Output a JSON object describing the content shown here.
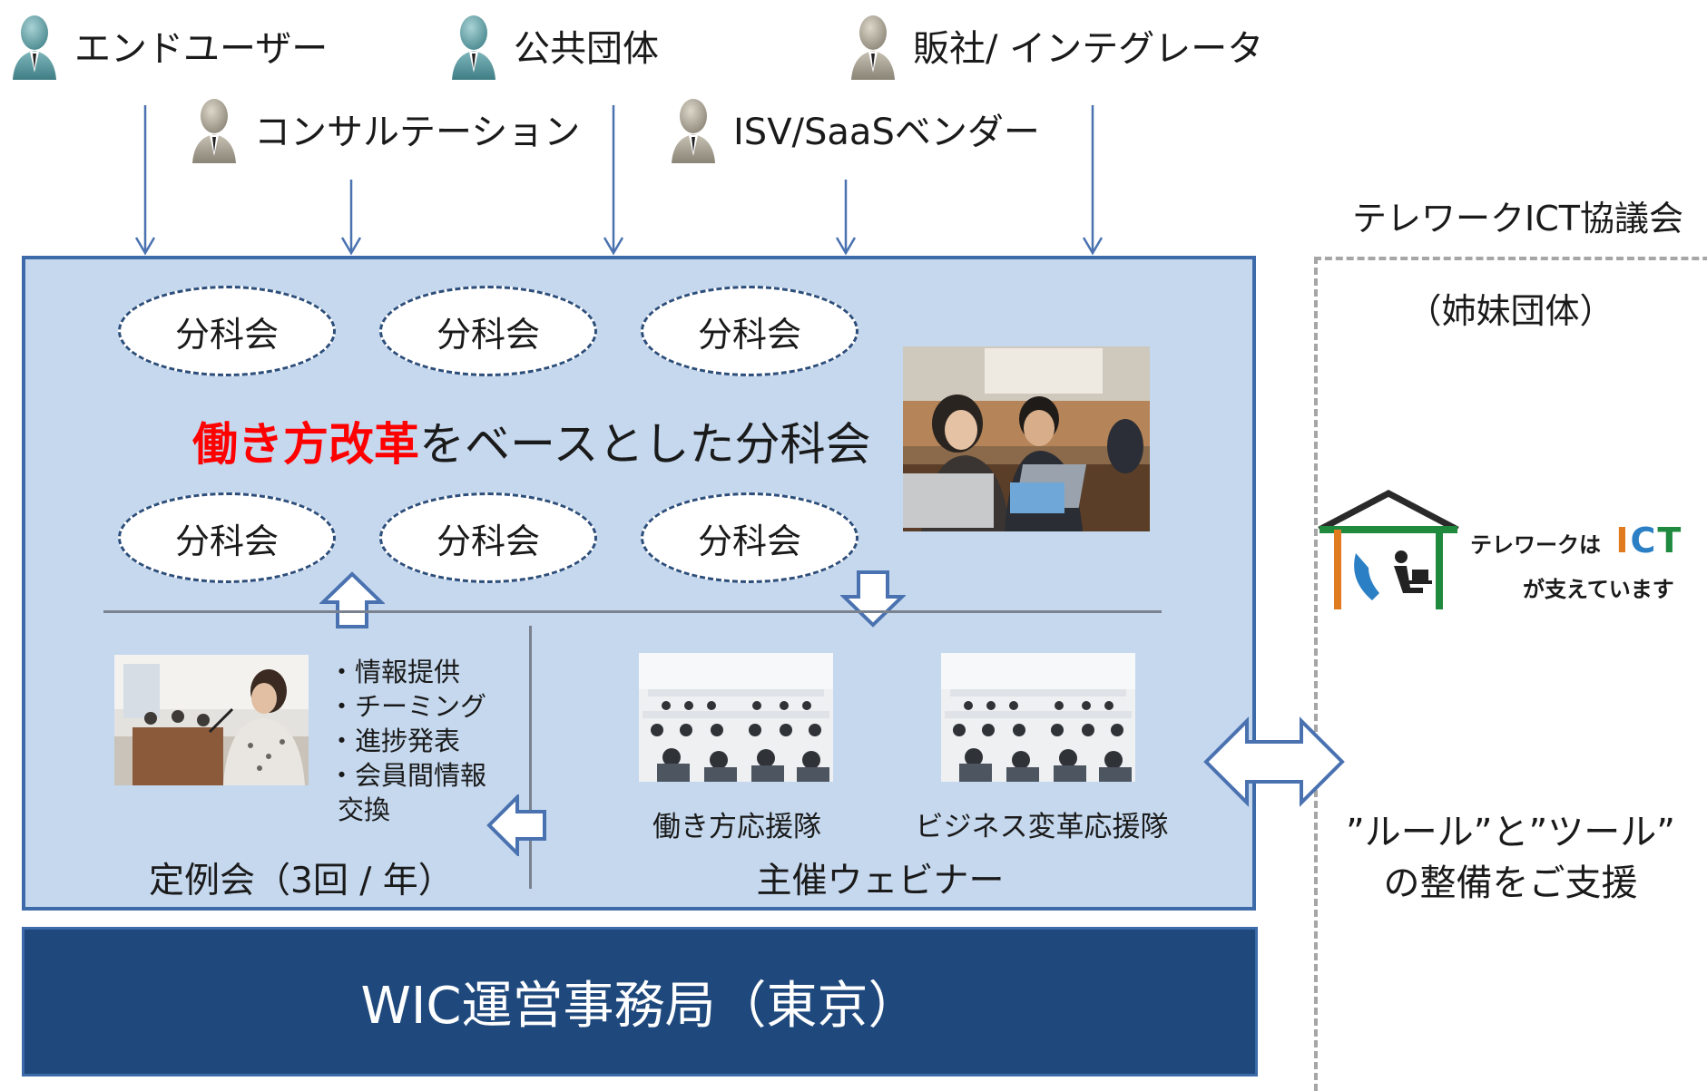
{
  "stakeholders": [
    {
      "label": "エンドユーザー",
      "color": "teal"
    },
    {
      "label": "公共団体",
      "color": "teal"
    },
    {
      "label": "販社/ インテグレータ",
      "color": "gray"
    },
    {
      "label": "コンサルテーション",
      "color": "gray"
    },
    {
      "label": "ISV/SaaSベンダー",
      "color": "gray"
    }
  ],
  "subcommittees": [
    "分科会",
    "分科会",
    "分科会",
    "分科会",
    "分科会",
    "分科会"
  ],
  "headline": {
    "emphasis": "働き方改革",
    "rest": "をベースとした分科会",
    "emphasis_color": "#ff0000"
  },
  "regular_meeting": {
    "bullets": [
      "・情報提供",
      "・チーミング",
      "・進捗発表",
      "・会員間情報",
      "交換"
    ],
    "label": "定例会（3回 / 年）"
  },
  "webinar": {
    "teams": [
      "働き方応援隊",
      "ビジネス変革応援隊"
    ],
    "label": "主催ウェビナー"
  },
  "footer": {
    "label": "WIC運営事務局（東京）"
  },
  "sister": {
    "title": "テレワークICT協議会",
    "subtitle": "（姉妹団体）",
    "logo_line1": "テレワークは",
    "logo_ict": "ICT",
    "logo_line2": "が支えています",
    "support_line1": "”ルール”と”ツール”",
    "support_line2": "の整備をご支援"
  },
  "colors": {
    "panel": "#c5d8ee",
    "panel_border": "#3d6aa8",
    "footer": "#1f497d",
    "arrow": "#4a72b0"
  }
}
